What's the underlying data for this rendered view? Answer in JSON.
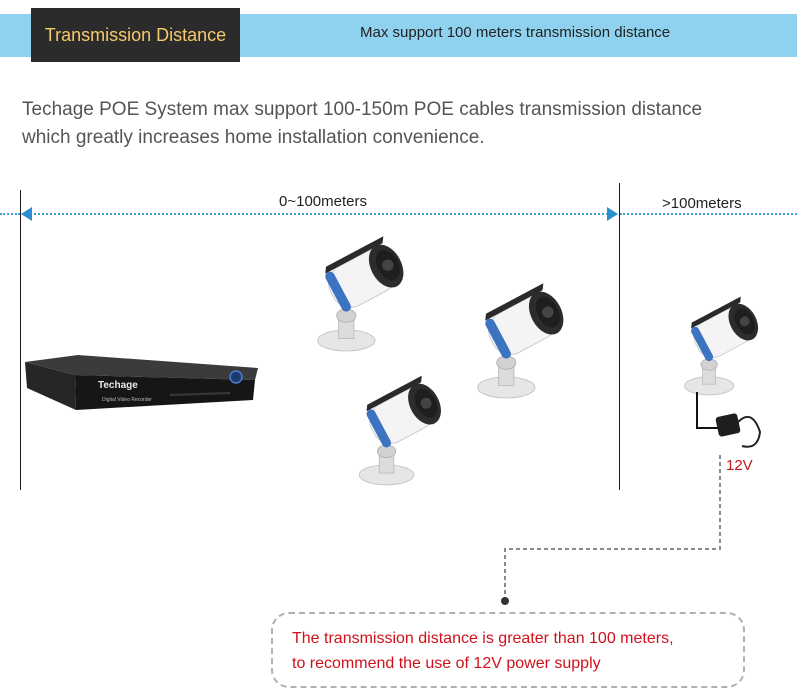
{
  "header": {
    "title": "Transmission Distance",
    "subtitle": "Max support 100 meters transmission distance"
  },
  "intro": {
    "line1": "Techage POE System max support 100-150m POE cables transmission distance",
    "line2": "which greatly increases home installation convenience."
  },
  "diagram": {
    "near_range_label": "0~100meters",
    "far_range_label": ">100meters",
    "nvr_brand": "Techage",
    "nvr_model_text": "Digital Video Recorder",
    "power_label": "12V"
  },
  "callout": {
    "line1": "The transmission distance is greater than 100 meters,",
    "line2": "to recommend the use of 12V power supply"
  },
  "colors": {
    "header_band": "#8fd2ef",
    "header_tab": "#2b2b2b",
    "title_text": "#f6c96a",
    "dotted_line": "#39a6dc",
    "warning_red": "#d0111b"
  },
  "icons": [
    "nvr-recorder-icon",
    "bullet-camera-icon",
    "power-adapter-icon"
  ]
}
